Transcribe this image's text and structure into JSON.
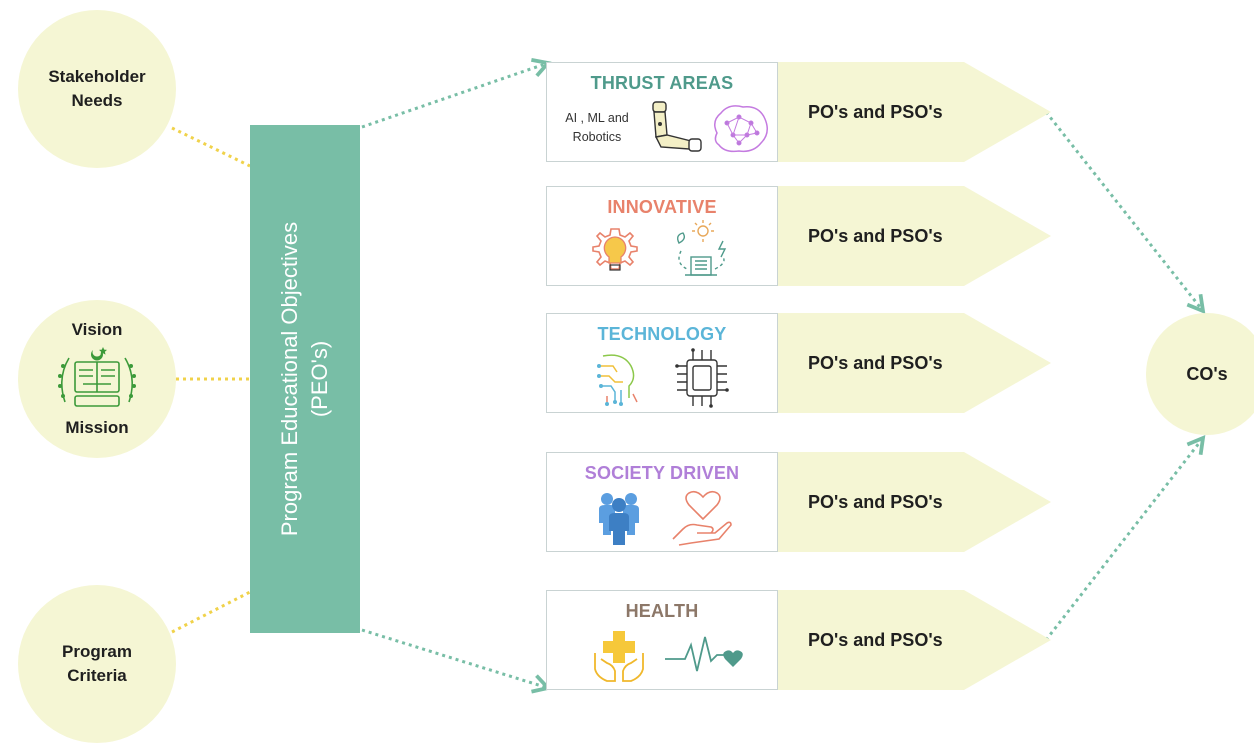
{
  "inputs": {
    "stakeholder": "Stakeholder Needs",
    "vision": "Vision",
    "mission": "Mission",
    "criteria": "Program Criteria"
  },
  "peo": {
    "line1": "Program Educational Objectives",
    "line2": "(PEO's)"
  },
  "areas": [
    {
      "title": "THRUST AREAS",
      "subtitle": "AI , ML and Robotics",
      "color": "#4f9a8b",
      "output": "PO's and PSO's",
      "icons": [
        "robotic-arm-icon",
        "brain-network-icon"
      ]
    },
    {
      "title": "INNOVATIVE",
      "color": "#e8826b",
      "output": "PO's and PSO's",
      "icons": [
        "gear-bulb-icon",
        "eco-cycle-icon"
      ]
    },
    {
      "title": "TECHNOLOGY",
      "color": "#5bb5d8",
      "output": "PO's and PSO's",
      "icons": [
        "circuit-head-icon",
        "chip-phone-icon"
      ]
    },
    {
      "title": "SOCIETY DRIVEN",
      "color": "#b07fd8",
      "output": "PO's and PSO's",
      "icons": [
        "people-group-icon",
        "heart-hand-icon"
      ]
    },
    {
      "title": "HEALTH",
      "color": "#8c7768",
      "output": "PO's and PSO's",
      "icons": [
        "medical-cross-hands-icon",
        "heartbeat-icon"
      ]
    }
  ],
  "outcome": "CO's",
  "colors": {
    "circle": "#f5f6d4",
    "peo": "#78bea6",
    "connector_yellow": "#f0d24a",
    "connector_green": "#78bea6"
  }
}
